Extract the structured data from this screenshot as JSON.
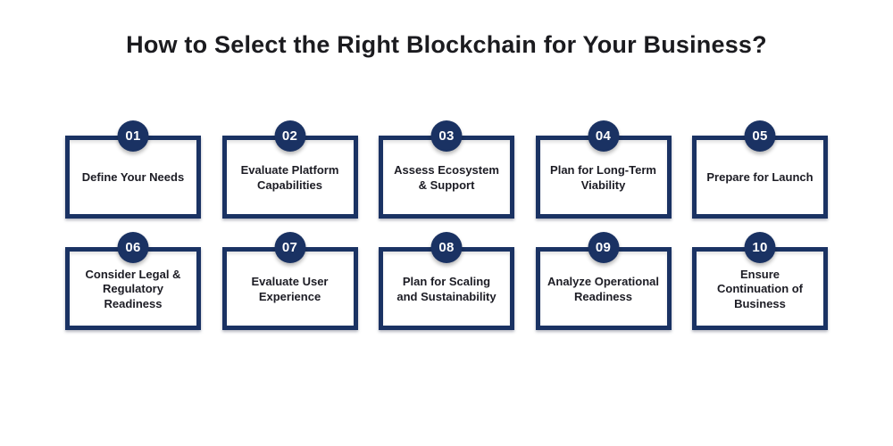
{
  "title": "How to Select the Right Blockchain for Your Business?",
  "theme": {
    "navy": "#1a3263",
    "card_background": "#ffffff",
    "page_background": "#ffffff",
    "title_text": "#1b1b1f",
    "step_text": "#1c1c24",
    "badge_text": "#ffffff"
  },
  "steps": [
    {
      "number": "01",
      "label": "Define Your Needs"
    },
    {
      "number": "02",
      "label": "Evaluate Platform\nCapabilities"
    },
    {
      "number": "03",
      "label": "Assess Ecosystem\n& Support"
    },
    {
      "number": "04",
      "label": "Plan for Long-Term\nViability"
    },
    {
      "number": "05",
      "label": "Prepare for Launch"
    },
    {
      "number": "06",
      "label": "Consider Legal &\nRegulatory\nReadiness"
    },
    {
      "number": "07",
      "label": "Evaluate User\nExperience"
    },
    {
      "number": "08",
      "label": "Plan for Scaling\nand Sustainability"
    },
    {
      "number": "09",
      "label": "Analyze Operational\nReadiness"
    },
    {
      "number": "10",
      "label": "Ensure\nContinuation of\nBusiness"
    }
  ]
}
